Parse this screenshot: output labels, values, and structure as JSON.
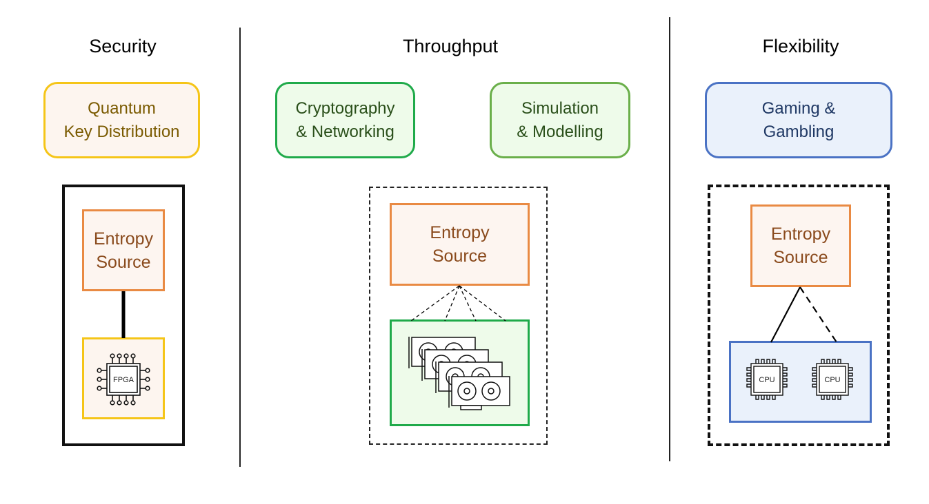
{
  "columns": {
    "security": {
      "heading": "Security",
      "apps": [
        "Quantum\nKey Distribution"
      ],
      "entropy_label": "Entropy\nSource",
      "chip_label": "FPGA"
    },
    "throughput": {
      "heading": "Throughput",
      "apps": [
        "Cryptography\n& Networking",
        "Simulation\n& Modelling"
      ],
      "entropy_label": "Entropy\nSource"
    },
    "flexibility": {
      "heading": "Flexibility",
      "apps": [
        "Gaming &\nGambling"
      ],
      "entropy_label": "Entropy\nSource",
      "chip_labels": [
        "CPU",
        "CPU"
      ]
    }
  },
  "colors": {
    "yellow_border": "#f5c518",
    "yellow_fill": "#fdf5ef",
    "yellow_text": "#7a5a00",
    "green_border": "#1faa4a",
    "green2_border": "#6aaf4a",
    "green_fill": "#eefbea",
    "green_text": "#2a4f1a",
    "blue_border": "#4a72c4",
    "blue_fill": "#eaf1fb",
    "blue_text": "#1f3864",
    "orange_border": "#e98a43"
  }
}
